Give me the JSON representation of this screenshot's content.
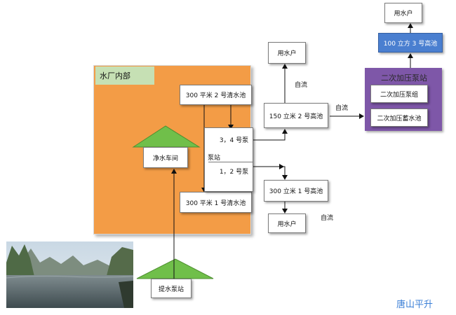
{
  "plant_area": {
    "title": "水厂内部"
  },
  "nodes": {
    "clear_pool_2": "300 平米 2 号清水池",
    "clear_pool_1": "300 平米 1 号清水池",
    "purification": "净水车间",
    "pumps_34": "3，4 号泵",
    "pumps_12": "1，2 号泵",
    "pump_station": "泵站",
    "tower_150_2": "150 立米 2 号高池",
    "tower_300_1": "300 立米 1 号高池",
    "user_top": "用水户",
    "user_bottom": "用水户",
    "user_right": "用水户",
    "intake_station": "提水泵站",
    "tower_100_3": "100 立方 3 号高池"
  },
  "booster_station": {
    "title": "二次加压泵站",
    "pump_group": "二次加压泵组",
    "storage_pool": "二次加压蓄水池"
  },
  "flow_labels": {
    "gravity_top": "自流",
    "gravity_right": "自流",
    "gravity_bottom": "自流"
  },
  "watermark": "唐山平升",
  "colors": {
    "plant_area": "#f39c46",
    "plant_title": "#c6e0b4",
    "roof_green": "#70bf4a",
    "booster_purple": "#7e57a8",
    "tower3_blue": "#4a7fd0",
    "watermark_blue": "#3b7fd6"
  }
}
